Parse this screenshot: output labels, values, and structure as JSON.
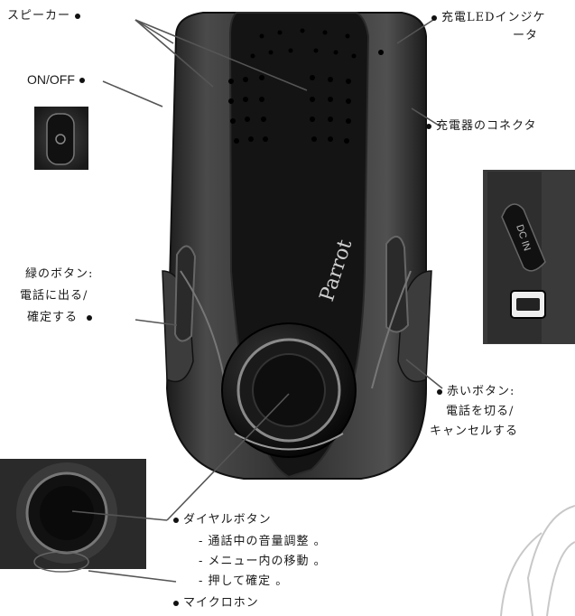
{
  "device": {
    "brand_text": "Parrot",
    "connector_text": "DC IN"
  },
  "labels": {
    "speaker": "スピーカー",
    "on_off": "ON/OFF",
    "charge_led_line1": "充電LEDインジケ",
    "charge_led_line2": "ータ",
    "charger_connector": "充電器のコネクタ",
    "green_button_line1": "緑のボタン:",
    "green_button_line2": "電話に出る/",
    "green_button_line3": "確定する",
    "red_button_line1": "赤いボタン:",
    "red_button_line2": "電話を切る/",
    "red_button_line3": "キャンセルする",
    "dial_button_title": "ダイヤルボタン",
    "dial_button_items": [
      "- 通話中の音量調整 。",
      "- メニュー内の移動 。",
      "- 押して確定 。"
    ],
    "microphone": "マイクロホン"
  },
  "colors": {
    "device_body": "#2b2b2b",
    "device_front": "#111111",
    "leader_line": "#555555"
  }
}
